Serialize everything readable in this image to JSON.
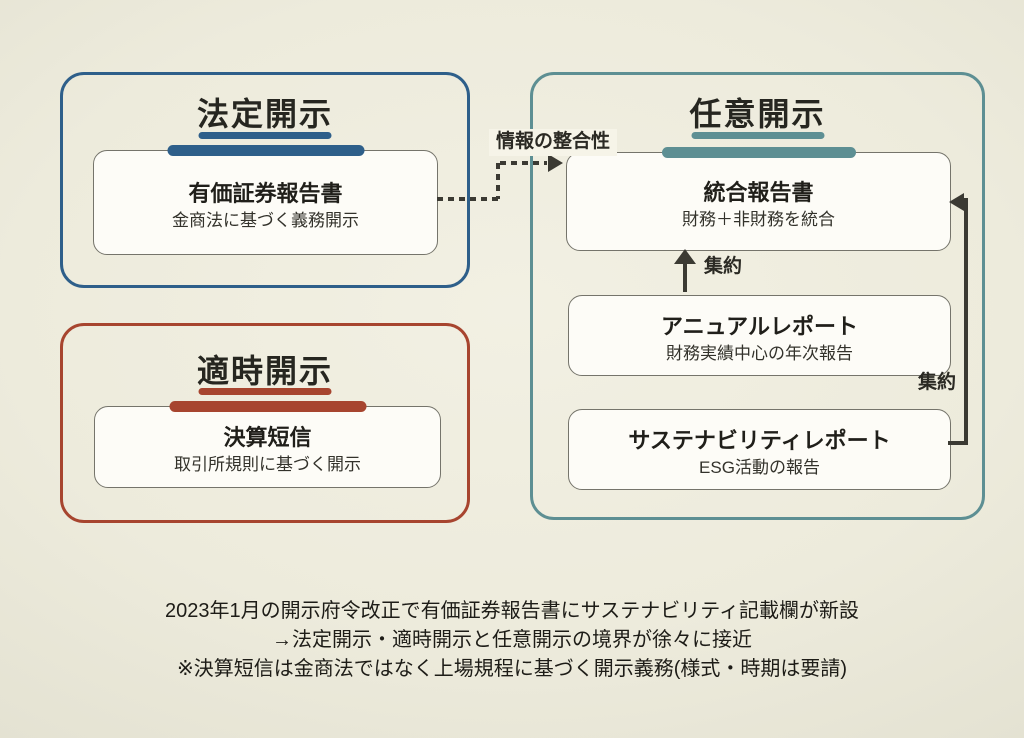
{
  "groups": {
    "statutory": {
      "title": "法定開示",
      "card": {
        "title": "有価証券報告書",
        "subtitle": "金商法に基づく義務開示"
      }
    },
    "timely": {
      "title": "適時開示",
      "card": {
        "title": "決算短信",
        "subtitle": "取引所規則に基づく開示"
      }
    },
    "voluntary": {
      "title": "任意開示",
      "cards": [
        {
          "title": "統合報告書",
          "subtitle": "財務＋非財務を統合"
        },
        {
          "title": "アニュアルレポート",
          "subtitle": "財務実績中心の年次報告"
        },
        {
          "title": "サステナビリティレポート",
          "subtitle": "ESG活動の報告"
        }
      ]
    }
  },
  "connectors": {
    "consistency_label": "情報の整合性",
    "aggregate_label_annual": "集約",
    "aggregate_label_sustainability": "集約"
  },
  "notes": {
    "lines": [
      "2023年1月の開示府令改正で有価証券報告書にサステナビリティ記載欄が新設",
      "→法定開示・適時開示と任意開示の境界が徐々に接近",
      "※決算短信は金商法ではなく上場規程に基づく開示義務(様式・時期は要請)"
    ]
  },
  "colors": {
    "statutory_blue": "#2e5f8a",
    "timely_red": "#a7452f",
    "voluntary_teal": "#5d8f93",
    "connector_dark": "#3b3a33",
    "background": "#edebdc"
  }
}
